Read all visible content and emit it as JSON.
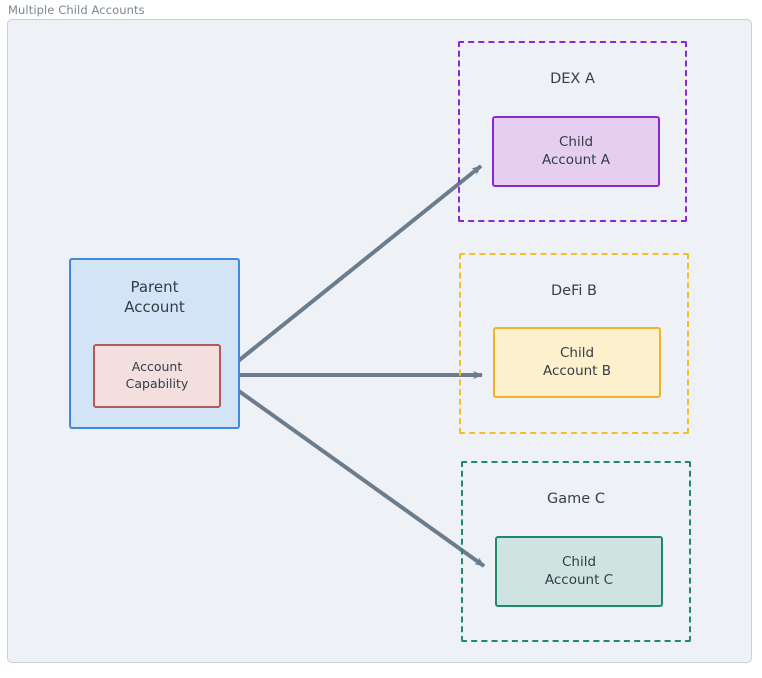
{
  "frame": {
    "title": "Multiple Child Accounts",
    "border_color": "#c7d0da",
    "background_color": "#eef1f5"
  },
  "diagram": {
    "type": "flowchart",
    "nodes": {
      "parent_account": {
        "label_line1": "Parent",
        "label_line2": "Account",
        "fill": "#d3e4f7",
        "stroke": "#3f8ae0"
      },
      "account_capability": {
        "label_line1": "Account",
        "label_line2": "Capability",
        "fill": "#f2dfde",
        "stroke": "#b4595a"
      },
      "child_account_a": {
        "label_line1": "Child",
        "label_line2": "Account A",
        "fill": "#e6cef0",
        "stroke": "#8b28d6"
      },
      "child_account_b": {
        "label_line1": "Child",
        "label_line2": "Account B",
        "fill": "#fdf0cc",
        "stroke": "#f0b323"
      },
      "child_account_c": {
        "label_line1": "Child",
        "label_line2": "Account C",
        "fill": "#cfe4e0",
        "stroke": "#1f8871"
      }
    },
    "groups": {
      "dex_a": {
        "label": "DEX A",
        "stroke": "#8b28d6",
        "style": "dashed"
      },
      "defi_b": {
        "label": "DeFi B",
        "stroke": "#f5bd2a",
        "style": "dashed"
      },
      "game_c": {
        "label": "Game C",
        "stroke": "#1f8871",
        "style": "dashed"
      }
    },
    "edges": [
      {
        "from": "account_capability",
        "to": "child_account_a",
        "label": "",
        "color": "#6b7c8c"
      },
      {
        "from": "account_capability",
        "to": "child_account_b",
        "label": "",
        "color": "#6b7c8c"
      },
      {
        "from": "account_capability",
        "to": "child_account_c",
        "label": "",
        "color": "#6b7c8c"
      }
    ]
  }
}
